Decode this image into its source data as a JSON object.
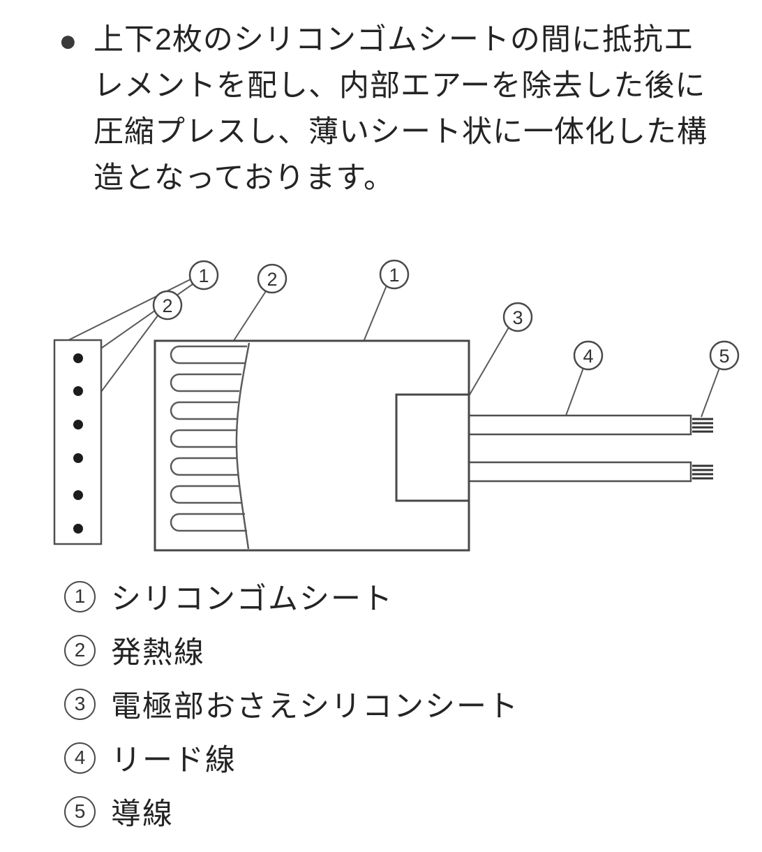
{
  "intro": {
    "bullet": "●",
    "lines": [
      "上下2枚のシリコンゴムシートの間に抵抗エ",
      "レメントを配し、内部エアーを除去した後に",
      "圧縮プレスし、薄いシート状に一体化した構",
      "造となっております。"
    ]
  },
  "diagram": {
    "callout_labels": [
      "1",
      "2",
      "2",
      "1",
      "3",
      "4",
      "5"
    ]
  },
  "legend": {
    "items": [
      {
        "number": "1",
        "label": "シリコンゴムシート"
      },
      {
        "number": "2",
        "label": "発熱線"
      },
      {
        "number": "3",
        "label": "電極部おさえシリコンシート"
      },
      {
        "number": "4",
        "label": "リード線"
      },
      {
        "number": "5",
        "label": "導線"
      }
    ]
  },
  "colors": {
    "background": "#ffffff",
    "text": "#242424",
    "line": "#4a4a4a",
    "dot": "#1c1c1c"
  }
}
